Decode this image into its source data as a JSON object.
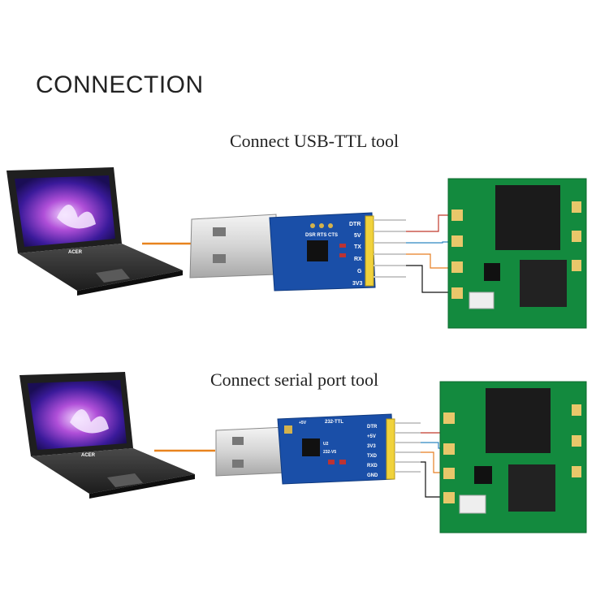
{
  "heading": "CONNECTION",
  "section1": {
    "caption": "Connect USB-TTL tool",
    "laptop_brand": "ACER",
    "adapter_pins": [
      "DTR",
      "5V",
      "TX",
      "RX",
      "G",
      "3V3"
    ],
    "adapter_top_labels": "DSR RTS CTS"
  },
  "section2": {
    "caption": "Connect serial port tool",
    "laptop_brand": "ACER",
    "adapter_title": "232-TTL",
    "adapter_pins": [
      "DTR",
      "+5V",
      "3V3",
      "TXD",
      "RXD",
      "GND"
    ],
    "adapter_small": [
      "U2",
      "+5V",
      "232-V5"
    ]
  },
  "colors": {
    "usb_cable": "#e8831e",
    "wire_red": "#c0392b",
    "wire_blue": "#2e86c1",
    "wire_orange": "#e67e22",
    "wire_black": "#111111",
    "pcb_green": "#138a3e",
    "adapter_blue": "#1a4fa8"
  }
}
